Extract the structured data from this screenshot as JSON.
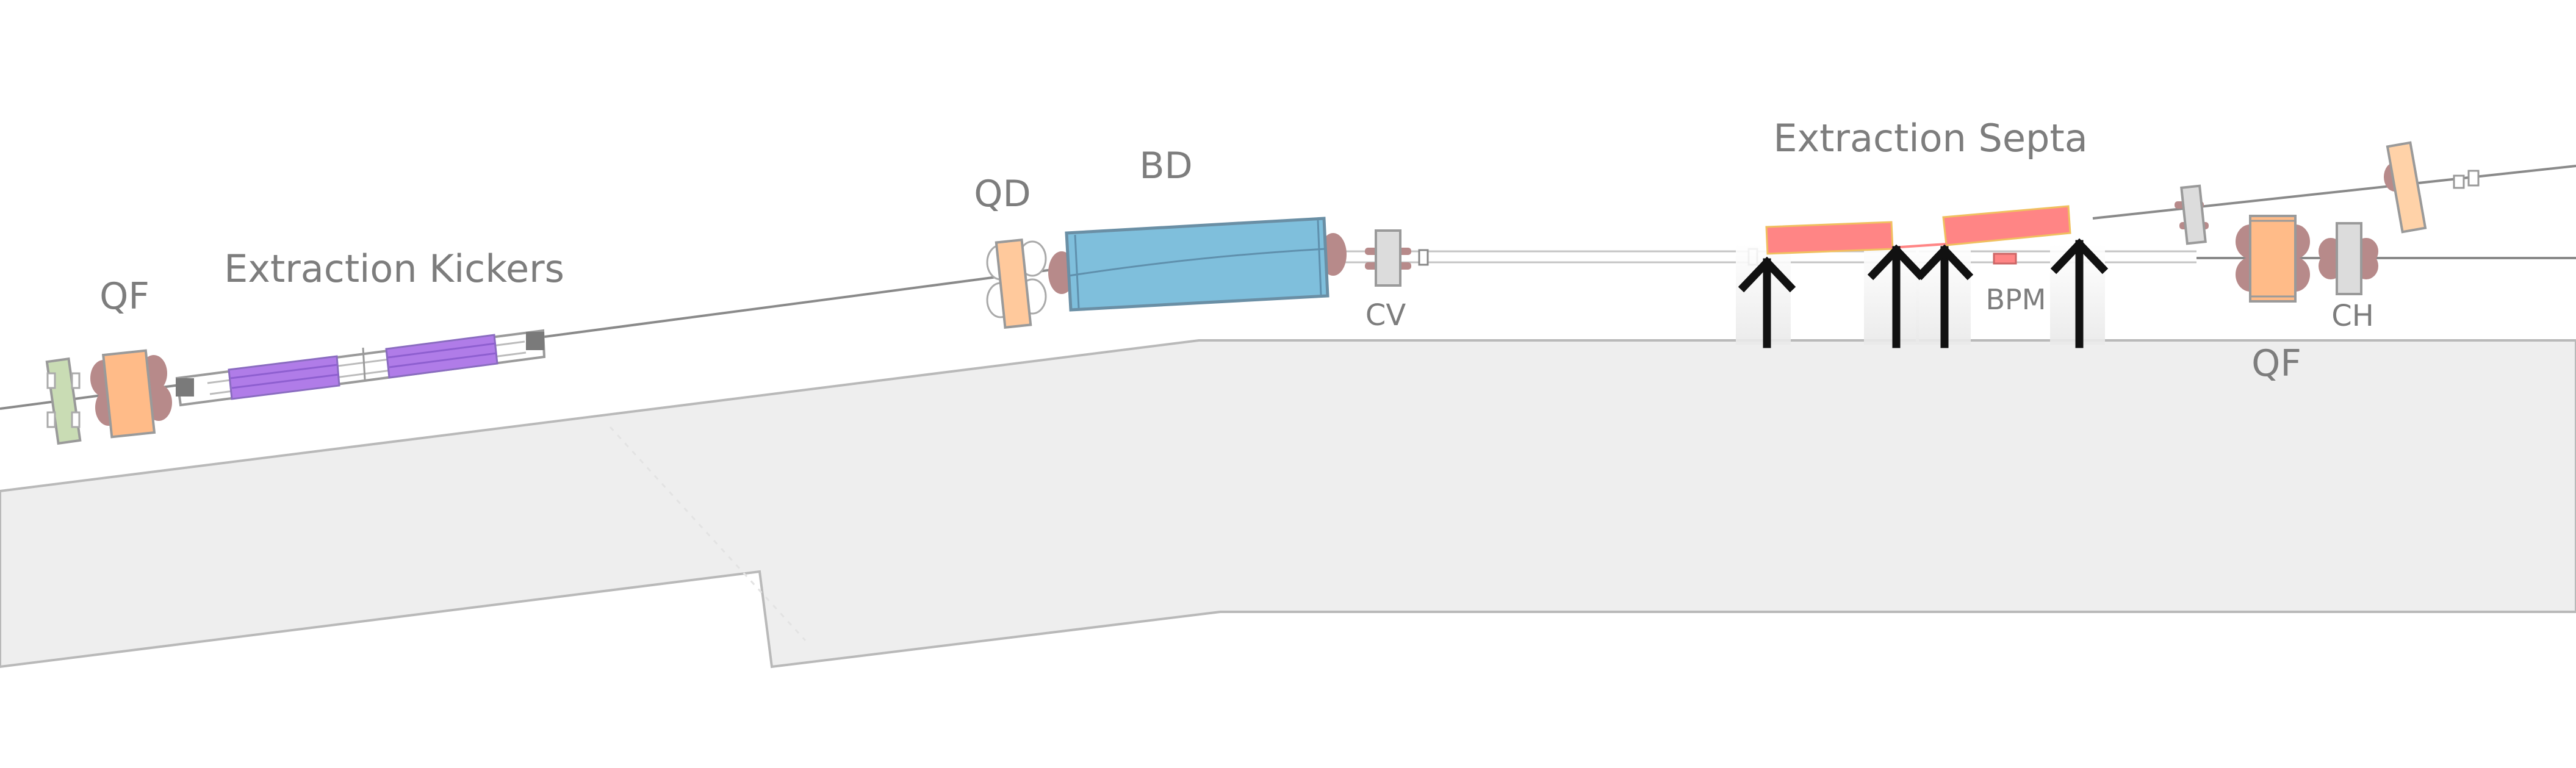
{
  "labels": {
    "qf_left": "QF",
    "extraction_kickers": "Extraction Kickers",
    "qd": "QD",
    "bd": "BD",
    "cv": "CV",
    "extraction_septa": "Extraction Septa",
    "bpm": "BPM",
    "ch": "CH",
    "qf_right": "QF"
  },
  "colors": {
    "quad_focusing": "#ffbb88",
    "quad_defocusing": "#ffc99c",
    "coil": "#b78a8a",
    "kicker": "#b07ce8",
    "bend": "#7fbfdc",
    "septa": "#ff8585",
    "corrector": "#dcdcdc",
    "sextupole": "#c9dcb4",
    "floor": "#eeeeee",
    "beamline": "#8a8a8a",
    "marker_arrow": "#111111"
  },
  "markers": {
    "count": 4,
    "icon": "up-arrow-icon"
  }
}
